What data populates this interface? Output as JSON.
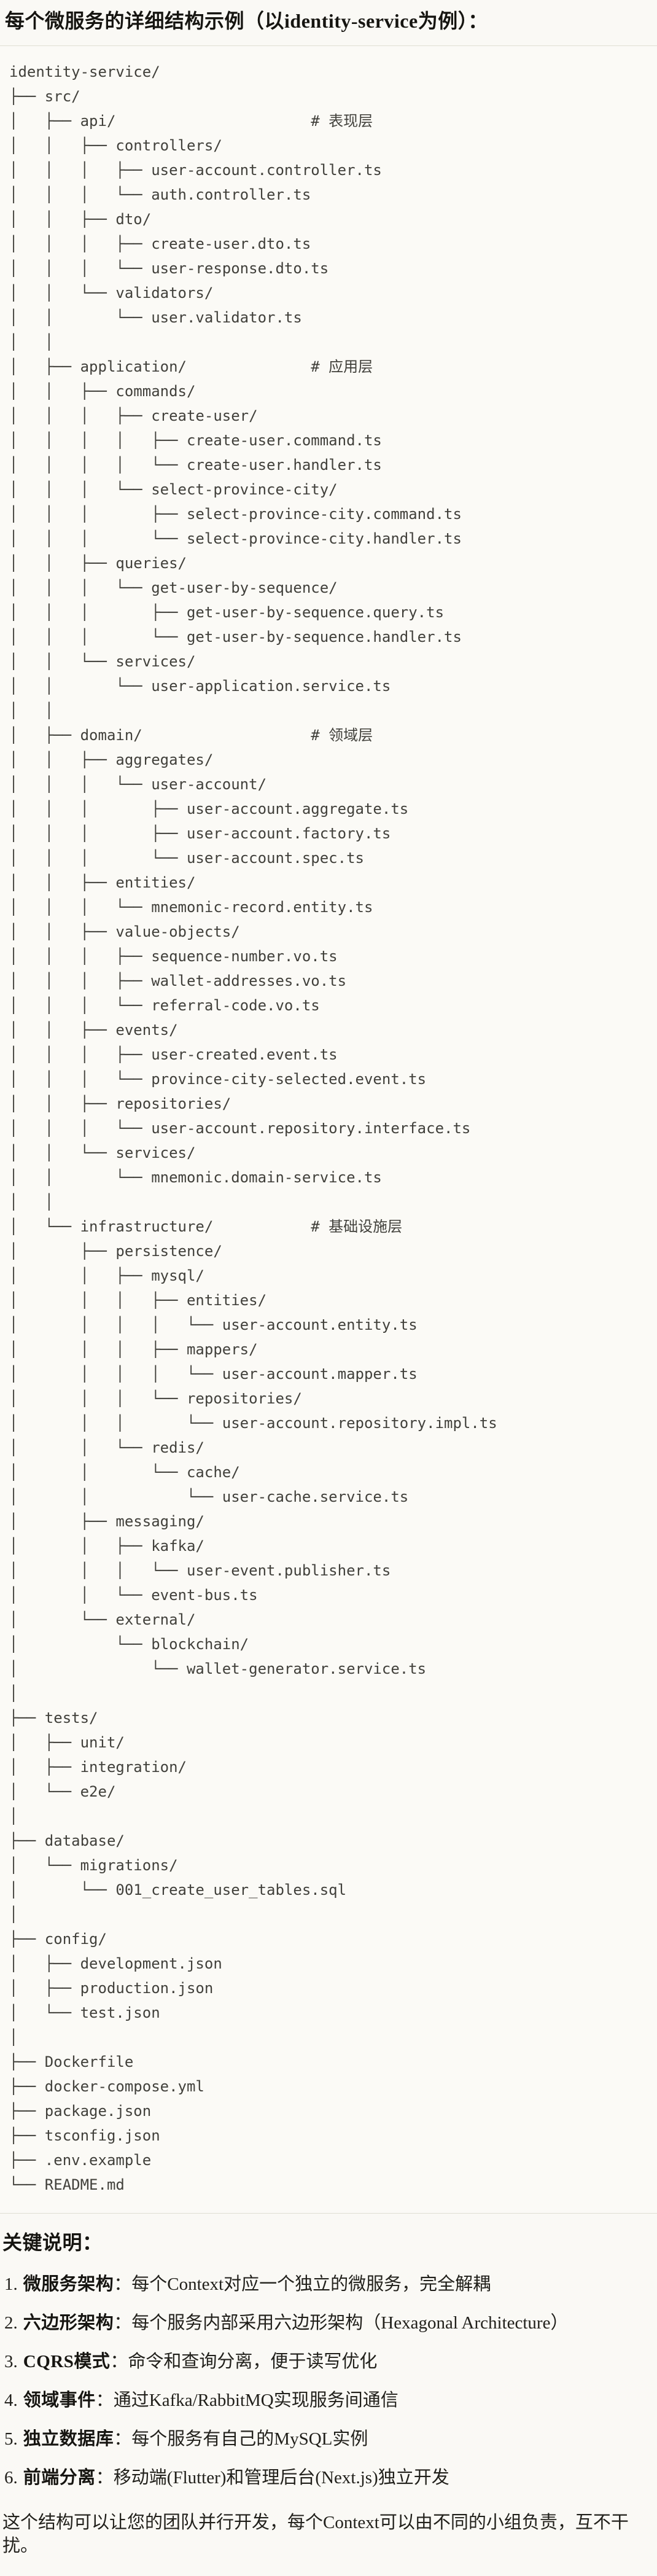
{
  "header": {
    "title": "每个微服务的详细结构示例（以identity-service为例）："
  },
  "code_block": {
    "language": "text",
    "lines": [
      "identity-service/",
      "├── src/",
      "│   ├── api/                      # 表现层",
      "│   │   ├── controllers/",
      "│   │   │   ├── user-account.controller.ts",
      "│   │   │   └── auth.controller.ts",
      "│   │   ├── dto/",
      "│   │   │   ├── create-user.dto.ts",
      "│   │   │   └── user-response.dto.ts",
      "│   │   └── validators/",
      "│   │       └── user.validator.ts",
      "│   │",
      "│   ├── application/              # 应用层",
      "│   │   ├── commands/",
      "│   │   │   ├── create-user/",
      "│   │   │   │   ├── create-user.command.ts",
      "│   │   │   │   └── create-user.handler.ts",
      "│   │   │   └── select-province-city/",
      "│   │   │       ├── select-province-city.command.ts",
      "│   │   │       └── select-province-city.handler.ts",
      "│   │   ├── queries/",
      "│   │   │   └── get-user-by-sequence/",
      "│   │   │       ├── get-user-by-sequence.query.ts",
      "│   │   │       └── get-user-by-sequence.handler.ts",
      "│   │   └── services/",
      "│   │       └── user-application.service.ts",
      "│   │",
      "│   ├── domain/                   # 领域层",
      "│   │   ├── aggregates/",
      "│   │   │   └── user-account/",
      "│   │   │       ├── user-account.aggregate.ts",
      "│   │   │       ├── user-account.factory.ts",
      "│   │   │       └── user-account.spec.ts",
      "│   │   ├── entities/",
      "│   │   │   └── mnemonic-record.entity.ts",
      "│   │   ├── value-objects/",
      "│   │   │   ├── sequence-number.vo.ts",
      "│   │   │   ├── wallet-addresses.vo.ts",
      "│   │   │   └── referral-code.vo.ts",
      "│   │   ├── events/",
      "│   │   │   ├── user-created.event.ts",
      "│   │   │   └── province-city-selected.event.ts",
      "│   │   ├── repositories/",
      "│   │   │   └── user-account.repository.interface.ts",
      "│   │   └── services/",
      "│   │       └── mnemonic.domain-service.ts",
      "│   │",
      "│   └── infrastructure/           # 基础设施层",
      "│       ├── persistence/",
      "│       │   ├── mysql/",
      "│       │   │   ├── entities/",
      "│       │   │   │   └── user-account.entity.ts",
      "│       │   │   ├── mappers/",
      "│       │   │   │   └── user-account.mapper.ts",
      "│       │   │   └── repositories/",
      "│       │   │       └── user-account.repository.impl.ts",
      "│       │   └── redis/",
      "│       │       └── cache/",
      "│       │           └── user-cache.service.ts",
      "│       ├── messaging/",
      "│       │   ├── kafka/",
      "│       │   │   └── user-event.publisher.ts",
      "│       │   └── event-bus.ts",
      "│       └── external/",
      "│           └── blockchain/",
      "│               └── wallet-generator.service.ts",
      "│",
      "├── tests/",
      "│   ├── unit/",
      "│   ├── integration/",
      "│   └── e2e/",
      "│",
      "├── database/",
      "│   └── migrations/",
      "│       └── 001_create_user_tables.sql",
      "│",
      "├── config/",
      "│   ├── development.json",
      "│   ├── production.json",
      "│   └── test.json",
      "│",
      "├── Dockerfile",
      "├── docker-compose.yml",
      "├── package.json",
      "├── tsconfig.json",
      "├── .env.example",
      "└── README.md"
    ]
  },
  "notes": {
    "heading": "关键说明：",
    "items": [
      {
        "num": "1.",
        "label": "微服务架构",
        "sep": "：",
        "text": "每个Context对应一个独立的微服务，完全解耦"
      },
      {
        "num": "2.",
        "label": "六边形架构",
        "sep": "：",
        "text": "每个服务内部采用六边形架构（Hexagonal Architecture）"
      },
      {
        "num": "3.",
        "label": "CQRS模式",
        "sep": "：",
        "text": "命令和查询分离，便于读写优化"
      },
      {
        "num": "4.",
        "label": "领域事件",
        "sep": "：",
        "text": "通过Kafka/RabbitMQ实现服务间通信"
      },
      {
        "num": "5.",
        "label": "独立数据库",
        "sep": "：",
        "text": "每个服务有自己的MySQL实例"
      },
      {
        "num": "6.",
        "label": "前端分离",
        "sep": "：",
        "text": "移动端(Flutter)和管理后台(Next.js)独立开发"
      }
    ]
  },
  "closing_paragraph": "这个结构可以让您的团队并行开发，每个Context可以由不同的小组负责，互不干扰。"
}
